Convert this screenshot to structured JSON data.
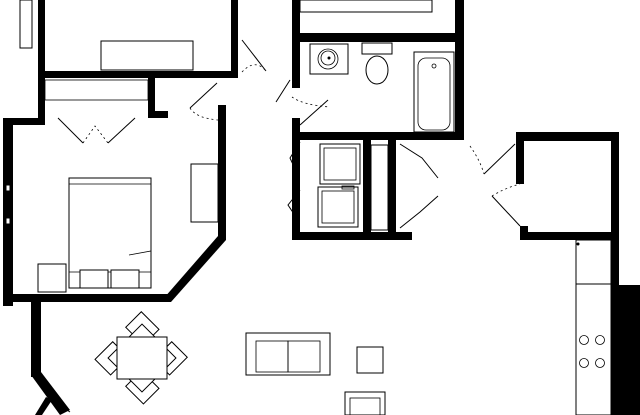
{
  "plan": {
    "type": "floor-plan",
    "style": "black-and-white line drawing",
    "colors": {
      "wall": "#000000",
      "fixture_fill": "#ffffff",
      "background": "#ffffff"
    },
    "rooms": [
      "bedroom-top-left",
      "bedroom",
      "bathroom",
      "laundry-closet",
      "linen-closet",
      "hall-closet",
      "kitchen",
      "living-dining-area"
    ],
    "fixtures": [
      "dresser",
      "bed",
      "nightstand",
      "bedroom-desk",
      "sink",
      "toilet",
      "bathtub",
      "washer",
      "dryer",
      "dining-table",
      "dining-chairs",
      "sofa",
      "side-table",
      "armchair",
      "stove-burners",
      "kitchen-counter"
    ],
    "door_swings": 10,
    "visible_text": []
  }
}
